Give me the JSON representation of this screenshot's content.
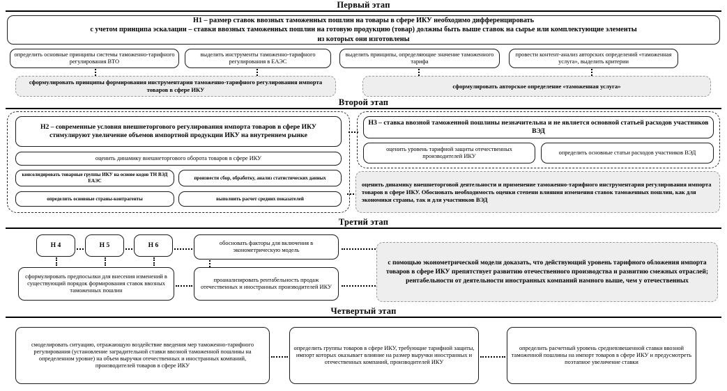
{
  "stages": [
    {
      "id": "stage-1",
      "title": "Первый этап",
      "hypothesis": "Н1 – размер ставок ввозных таможенных пошлин на товары в сфере ИКУ необходимо дифференцировать<br>с учетом принципа эскалации – ставки ввозных таможенных пошлин на готовую продукцию (товар) должны быть выше ставок на сырье или комплектующие элементы<br>из которых они изготовлены",
      "tasks": [
        "определить основные принципы системы таможенно-тарифного регулирования ВТО",
        "выделить инструменты таможенно-тарифного регулирования в ЕАЭС",
        "выделить принципы, определяющие значение таможенного тарифа",
        "провести контент-анализ авторских определений «таможенная услуга», выделить критерии"
      ],
      "results": [
        "сформулировать принципы формирования инструментария таможенно-тарифного регулирования импорта товаров в сфере ИКУ",
        "сформулировать авторское определение «таможенная услуга»"
      ]
    },
    {
      "id": "stage-2",
      "title": "Второй этап",
      "groups": [
        {
          "hypothesis": "Н2 – современные условия внешнеторгового регулирования импорта товаров в сфере ИКУ стимулируют увеличение объемов импортной продукции ИКУ на внутреннем рынке",
          "tasks": [
            "оценить динамику внешнеторгового оборота товаров в сфере ИКУ",
            "консолидировать товарные группы ИКУ на основе кодов ТН ВЭД ЕАЭС",
            "произвести сбор, обработку, анализ статистических данных",
            "определить основные страны-контрагенты",
            "выполнить расчет средних показателей"
          ]
        },
        {
          "hypothesis": "Н3 – ставка ввозной таможенной пошлины незначительна и не является основной статьей расходов участников ВЭД",
          "tasks": [
            "оценить уровень тарифной защиты отечественных производителей ИКУ",
            "определить основные статьи расходов участников ВЭД"
          ]
        }
      ],
      "result": "оценить динамику внешнеторговой деятельности и применение таможенно-тарифного инструментария регулирования импорта товаров в сфере ИКУ. Обосновать необходимость оценки степени влияния изменения ставок таможенных пошлин, как для экономики страны, так и для участников ВЭД"
    },
    {
      "id": "stage-3",
      "title": "Третий этап",
      "hyp_labels": [
        "Н 4",
        "Н 5",
        "Н 6"
      ],
      "tasks": [
        "обосновать факторы для включения в эконометрическую модель",
        "сформулировать предпосылки для внесения изменений в существующий порядок формирования ставок ввозных таможенных пошлин",
        "проанализировать рентабельность продаж отечественных и иностранных производителей ИКУ"
      ],
      "result": "с помощью эконометрической модели доказать, что действующий уровень тарифного обложения импорта товаров в сфере ИКУ препятствует развитию отечественного производства и развитию смежных отраслей; рентабельности от деятельности иностранных компаний намного выше, чем у отечественных"
    },
    {
      "id": "stage-4",
      "title": "Четвертый этап",
      "tasks": [
        "смоделировать ситуацию, отражающую воздействие введения мер таможенно-тарифного регулирования (установление заградительной ставки ввозной таможенной пошлины на определенном уровне) на объем выручки отечественных и иностранных компаний, производителей товаров в сфере  ИКУ",
        "определить группы товаров в сфере ИКУ, требующие тарифной защиты, импорт которых оказывает влияние на размер выручки иностранных и отечественных компаний, производителей ИКУ",
        "определить расчетный уровень средневзвешенной ставки ввозной таможенной пошлины на импорт товаров в сфере ИКУ и предусмотреть поэтапное увеличение ставки"
      ]
    }
  ],
  "colors": {
    "shaded_fill": "#eeeeee",
    "border": "#1a1a1a",
    "rule": "#000000"
  }
}
